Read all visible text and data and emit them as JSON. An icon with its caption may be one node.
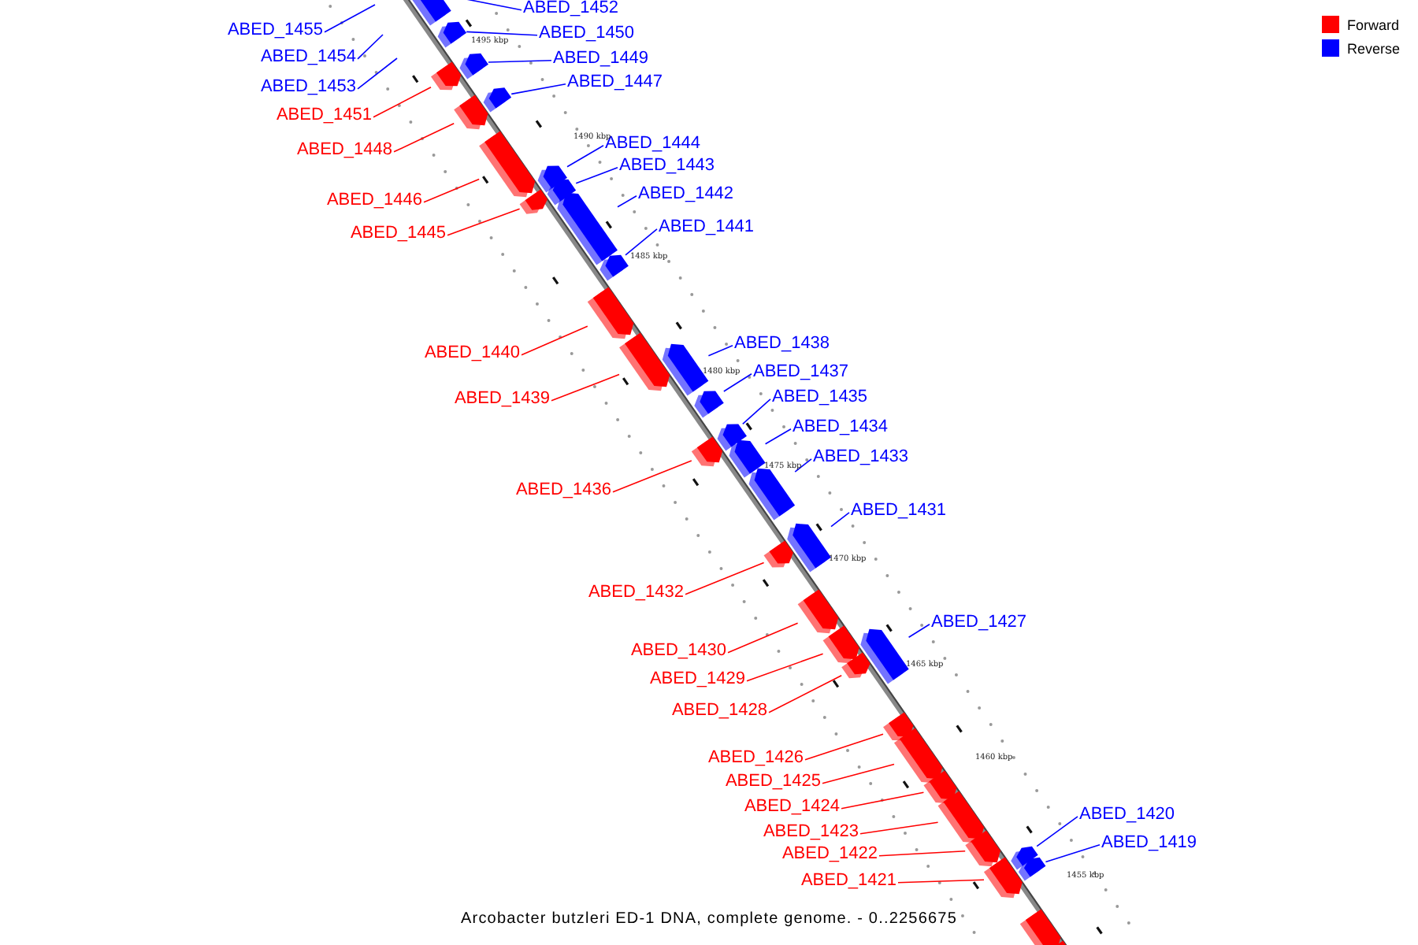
{
  "diagram": {
    "caption": "Arcobacter butzleri ED-1 DNA, complete genome. - 0..2256675",
    "nodes": [
      {
        "text": [
          "ABED_1455"
        ]
      },
      {
        "text": [
          "ABED_1454"
        ]
      },
      {
        "text": [
          "ABED_1453"
        ]
      },
      {
        "text": [
          "ABED_1452"
        ]
      },
      {
        "text": [
          "ABED_1450"
        ]
      },
      {
        "text": [
          "ABED_1449"
        ]
      },
      {
        "text": [
          "ABED_1447"
        ]
      },
      {
        "text": [
          "ABED_1451"
        ]
      },
      {
        "text": [
          "ABED_1448"
        ]
      },
      {
        "text": [
          "ABED_1444"
        ]
      },
      {
        "text": [
          "ABED_1443"
        ]
      },
      {
        "text": [
          "ABED_1442"
        ]
      },
      {
        "text": [
          "ABED_1446"
        ]
      },
      {
        "text": [
          "ABED_1441"
        ]
      },
      {
        "text": [
          "ABED_1445"
        ]
      },
      {
        "text": [
          "ABED_1438"
        ]
      },
      {
        "text": [
          "ABED_1440"
        ]
      },
      {
        "text": [
          "ABED_1437"
        ]
      },
      {
        "text": [
          "ABED_1435"
        ]
      },
      {
        "text": [
          "ABED_1439"
        ]
      },
      {
        "text": [
          "ABED_1434"
        ]
      },
      {
        "text": [
          "ABED_1433"
        ]
      },
      {
        "text": [
          "ABED_1436"
        ]
      },
      {
        "text": [
          "ABED_1431"
        ]
      },
      {
        "text": [
          "ABED_1432"
        ]
      },
      {
        "text": [
          "ABED_1427"
        ]
      },
      {
        "text": [
          "ABED_1430"
        ]
      },
      {
        "text": [
          "ABED_1429"
        ]
      },
      {
        "text": [
          "ABED_1428"
        ]
      },
      {
        "text": [
          "ABED_1426"
        ]
      },
      {
        "text": [
          "ABED_1425"
        ]
      },
      {
        "text": [
          "ABED_1424"
        ]
      },
      {
        "text": [
          "ABED_1420"
        ]
      },
      {
        "text": [
          "ABED_1423"
        ]
      },
      {
        "text": [
          "ABED_1419"
        ]
      },
      {
        "text": [
          "ABED_1422"
        ]
      },
      {
        "text": [
          "ABED_1421"
        ]
      },
      {
        "text": [],
        "shape": "bar"
      },
      {
        "text": [],
        "shape": "bar"
      },
      {
        "text": [],
        "shape": "bar"
      },
      {
        "text": [],
        "shape": "bar"
      },
      {
        "text": [],
        "shape": "bar"
      },
      {
        "text": [],
        "shape": "bar"
      },
      {
        "text": [],
        "shape": "bar"
      },
      {
        "text": [],
        "shape": "bar"
      },
      {
        "text": [],
        "shape": "bar"
      },
      {
        "text": [],
        "shape": "bar"
      },
      {
        "text": [],
        "shape": "bar"
      },
      {
        "text": [],
        "shape": "bar"
      },
      {
        "text": [],
        "shape": "bar"
      },
      {
        "text": [],
        "shape": "bar"
      },
      {
        "text": [],
        "shape": "bar"
      },
      {
        "text": [],
        "shape": "bar"
      },
      {
        "text": [],
        "shape": "bar"
      },
      {
        "text": [],
        "shape": "bar"
      },
      {
        "text": [],
        "shape": "bar"
      },
      {
        "text": [],
        "shape": "bar"
      },
      {
        "text": [],
        "shape": "bar"
      },
      {
        "text": [],
        "shape": "bar"
      },
      {
        "text": [],
        "shape": "bar"
      },
      {
        "text": [],
        "shape": "bar"
      },
      {
        "text": [],
        "shape": "bar"
      },
      {
        "text": [],
        "shape": "bar"
      },
      {
        "text": [],
        "shape": "bar"
      },
      {
        "text": [],
        "shape": "bar"
      },
      {
        "text": [],
        "shape": "bar"
      },
      {
        "text": [],
        "shape": "bar"
      },
      {
        "text": [],
        "shape": "bar"
      },
      {
        "text": [],
        "shape": "bar"
      },
      {
        "text": [],
        "shape": "bar"
      },
      {
        "text": [],
        "shape": "bar"
      },
      {
        "text": [],
        "shape": "bar"
      },
      {
        "text": [],
        "shape": "bar"
      }
    ],
    "edges": [
      {
        "from": 0,
        "to": null,
        "arrow": "none",
        "color": "#0000ff"
      },
      {
        "from": 1,
        "to": null,
        "arrow": "none",
        "color": "#0000ff"
      },
      {
        "from": 2,
        "to": null,
        "arrow": "none",
        "color": "#0000ff"
      },
      {
        "from": 3,
        "to": 37,
        "arrow": "none",
        "color": "#0000ff"
      },
      {
        "from": 4,
        "to": 38,
        "arrow": "none",
        "color": "#0000ff"
      },
      {
        "from": 5,
        "to": 40,
        "arrow": "none",
        "color": "#0000ff"
      },
      {
        "from": 6,
        "to": 42,
        "arrow": "none",
        "color": "#0000ff"
      },
      {
        "from": 7,
        "to": 39,
        "arrow": "none",
        "color": "#ff0000"
      },
      {
        "from": 8,
        "to": 41,
        "arrow": "none",
        "color": "#ff0000"
      },
      {
        "from": 9,
        "to": 44,
        "arrow": "none",
        "color": "#0000ff"
      },
      {
        "from": 10,
        "to": 46,
        "arrow": "none",
        "color": "#0000ff"
      },
      {
        "from": 11,
        "to": 47,
        "arrow": "none",
        "color": "#0000ff"
      },
      {
        "from": 12,
        "to": 43,
        "arrow": "none",
        "color": "#ff0000"
      },
      {
        "from": 13,
        "to": 48,
        "arrow": "none",
        "color": "#0000ff"
      },
      {
        "from": 14,
        "to": 45,
        "arrow": "none",
        "color": "#ff0000"
      },
      {
        "from": 15,
        "to": 51,
        "arrow": "none",
        "color": "#0000ff"
      },
      {
        "from": 16,
        "to": 49,
        "arrow": "none",
        "color": "#ff0000"
      },
      {
        "from": 17,
        "to": 52,
        "arrow": "none",
        "color": "#0000ff"
      },
      {
        "from": 18,
        "to": 53,
        "arrow": "none",
        "color": "#0000ff"
      },
      {
        "from": 19,
        "to": 50,
        "arrow": "none",
        "color": "#ff0000"
      },
      {
        "from": 20,
        "to": 55,
        "arrow": "none",
        "color": "#0000ff"
      },
      {
        "from": 21,
        "to": 56,
        "arrow": "none",
        "color": "#0000ff"
      },
      {
        "from": 22,
        "to": 54,
        "arrow": "none",
        "color": "#ff0000"
      },
      {
        "from": 23,
        "to": 57,
        "arrow": "none",
        "color": "#0000ff"
      },
      {
        "from": 24,
        "to": 58,
        "arrow": "none",
        "color": "#ff0000"
      },
      {
        "from": 25,
        "to": 61,
        "arrow": "none",
        "color": "#0000ff"
      },
      {
        "from": 26,
        "to": 59,
        "arrow": "none",
        "color": "#ff0000"
      },
      {
        "from": 27,
        "to": 60,
        "arrow": "none",
        "color": "#ff0000"
      },
      {
        "from": 28,
        "to": 62,
        "arrow": "none",
        "color": "#ff0000"
      },
      {
        "from": 29,
        "to": 63,
        "arrow": "none",
        "color": "#ff0000"
      },
      {
        "from": 30,
        "to": 64,
        "arrow": "none",
        "color": "#ff0000"
      },
      {
        "from": 31,
        "to": 65,
        "arrow": "none",
        "color": "#ff0000"
      },
      {
        "from": 32,
        "to": 69,
        "arrow": "none",
        "color": "#0000ff"
      },
      {
        "from": 33,
        "to": 66,
        "arrow": "none",
        "color": "#ff0000"
      },
      {
        "from": 34,
        "to": 70,
        "arrow": "none",
        "color": "#0000ff"
      },
      {
        "from": 35,
        "to": 67,
        "arrow": "none",
        "color": "#ff0000"
      },
      {
        "from": 36,
        "to": 68,
        "arrow": "none",
        "color": "#ff0000"
      }
    ],
    "labels": [
      "1495 kbp",
      "1490 kbp",
      "1485 kbp",
      "1480 kbp",
      "1475 kbp",
      "1470 kbp",
      "1465 kbp",
      "1460 kbp",
      "1455 kbp"
    ],
    "legend": [
      {
        "text": "Forward",
        "color": "#ff0000"
      },
      {
        "text": "Reverse",
        "color": "#0000ff"
      }
    ]
  }
}
